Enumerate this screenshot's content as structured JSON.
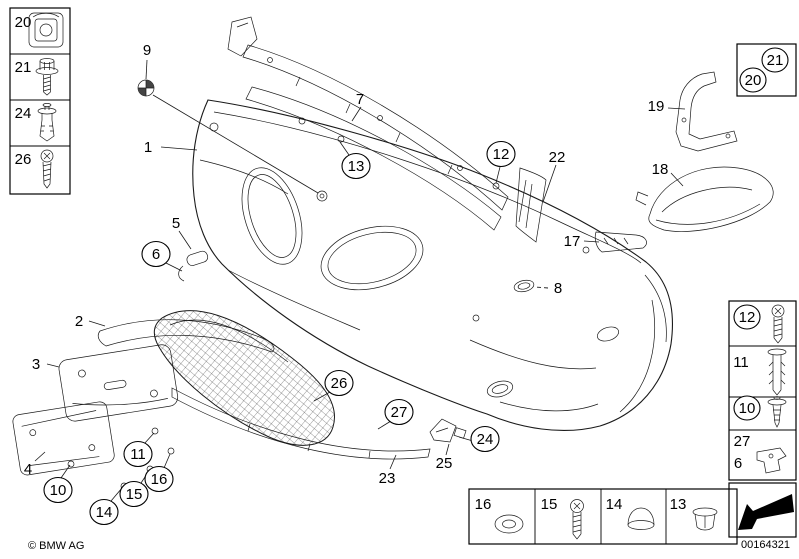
{
  "page": {
    "copyright": "© BMW AG",
    "document_number": "00164321",
    "ink_color": "#1a1a1a",
    "background_color": "#ffffff"
  },
  "legends": {
    "top_left": {
      "items": [
        {
          "label": "20",
          "icon": "speed-clip-icon"
        },
        {
          "label": "21",
          "icon": "hex-bolt-icon"
        },
        {
          "label": "24",
          "icon": "expanding-rivet-icon"
        },
        {
          "label": "26",
          "icon": "self-tapping-screw-icon"
        }
      ]
    },
    "top_right": {
      "items": [
        {
          "label": "21",
          "circled": true
        },
        {
          "label": "20",
          "circled": true
        }
      ]
    },
    "right": {
      "items": [
        {
          "label": "12",
          "circled": true,
          "icon": "torx-screw-icon"
        },
        {
          "label": "11",
          "circled": false,
          "icon": "expanding-rivet-long-icon"
        },
        {
          "label": "10",
          "circled": true,
          "icon": "push-rivet-icon"
        },
        {
          "label": "27",
          "circled": false,
          "icon": "clamp-bracket-icon"
        },
        {
          "label": "6",
          "circled": false,
          "icon": "clamp-bracket-icon"
        }
      ],
      "direction_arrow_icon": "front-direction-arrow-icon"
    },
    "bottom": {
      "items": [
        {
          "label": "16",
          "icon": "grommet-icon"
        },
        {
          "label": "15",
          "icon": "torx-screw-icon"
        },
        {
          "label": "14",
          "icon": "cover-cap-icon"
        },
        {
          "label": "13",
          "icon": "expanding-nut-icon"
        }
      ]
    }
  },
  "callouts": {
    "plain": [
      {
        "label": "9"
      },
      {
        "label": "1"
      },
      {
        "label": "7"
      },
      {
        "label": "22"
      },
      {
        "label": "19"
      },
      {
        "label": "18"
      },
      {
        "label": "17"
      },
      {
        "label": "8"
      },
      {
        "label": "5"
      },
      {
        "label": "2"
      },
      {
        "label": "3"
      },
      {
        "label": "4"
      },
      {
        "label": "25"
      },
      {
        "label": "23"
      }
    ],
    "circled": [
      {
        "label": "13"
      },
      {
        "label": "12"
      },
      {
        "label": "6"
      },
      {
        "label": "10"
      },
      {
        "label": "11"
      },
      {
        "label": "16"
      },
      {
        "label": "15"
      },
      {
        "label": "14"
      },
      {
        "label": "26"
      },
      {
        "label": "27"
      },
      {
        "label": "24"
      }
    ]
  }
}
